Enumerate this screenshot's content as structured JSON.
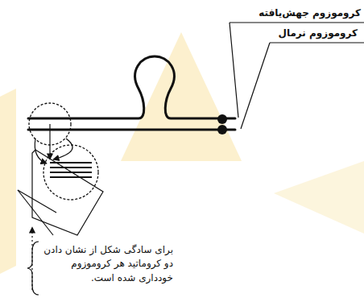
{
  "diagram": {
    "labels": [
      "کروموزوم جهش‌یافته",
      "کروموزوم نرمال",
      "برای سادگی شکل از نشان دادن دو کروماتید هر کروموزوم خودداری شده است."
    ]
  }
}
